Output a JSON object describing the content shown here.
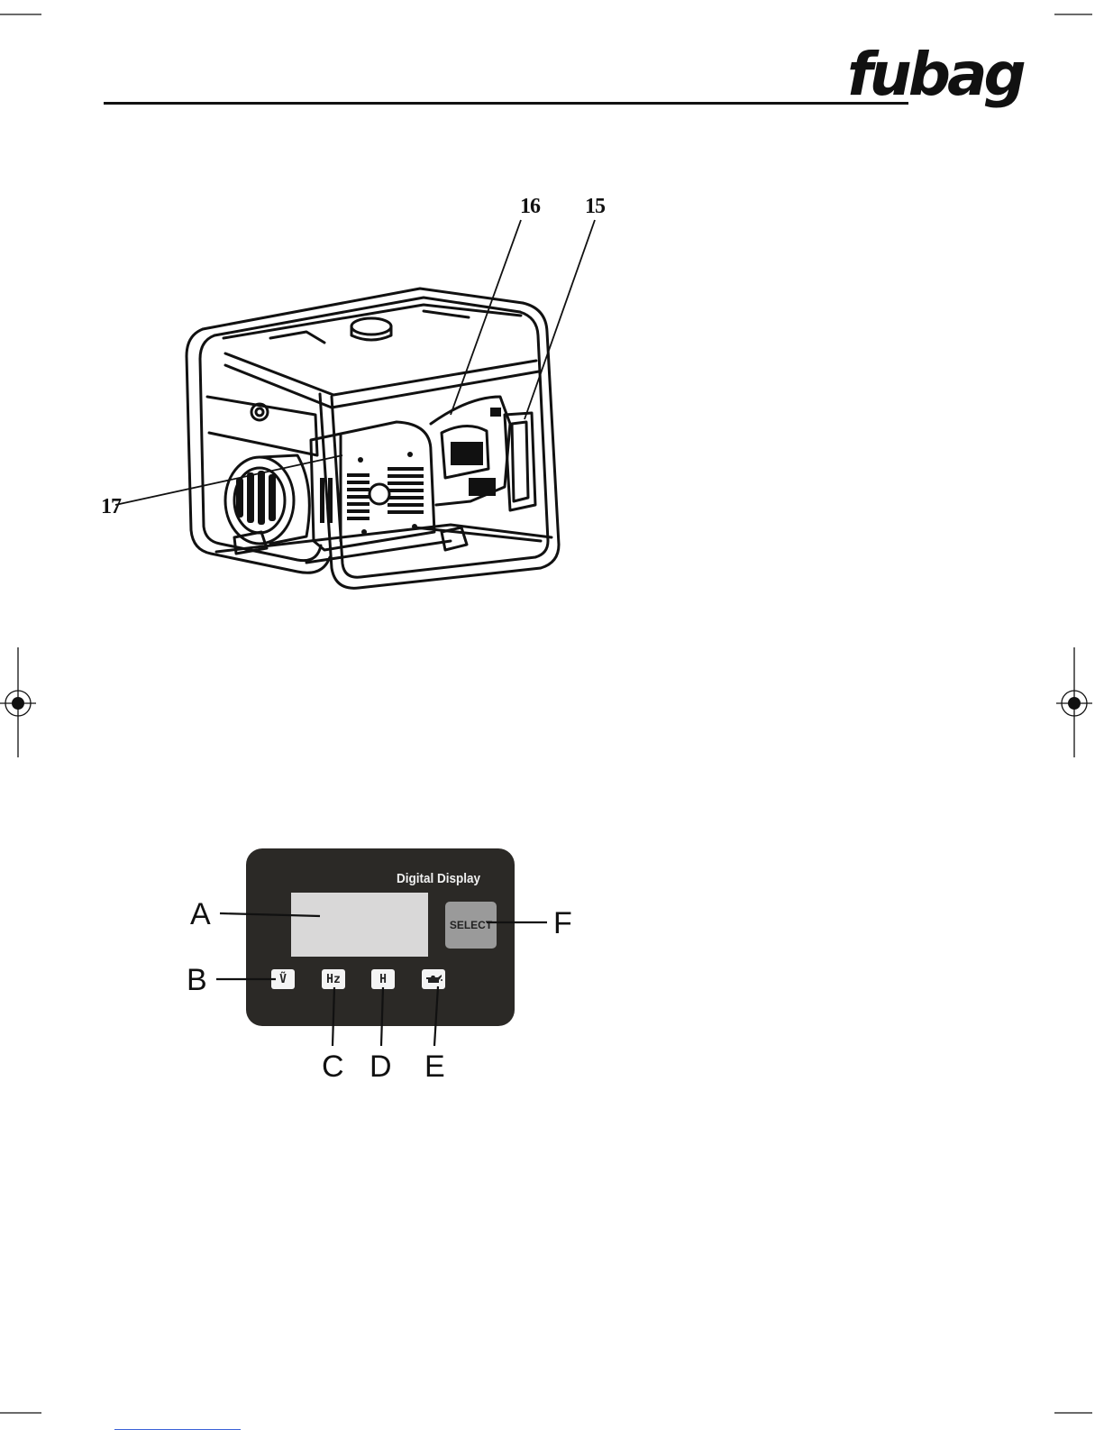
{
  "brand": {
    "logo_text": "fubag"
  },
  "figure_generator": {
    "callouts": [
      {
        "id": "callout-16",
        "label": "16"
      },
      {
        "id": "callout-15",
        "label": "15"
      },
      {
        "id": "callout-17",
        "label": "17"
      }
    ]
  },
  "figure_panel": {
    "title": "Digital Display",
    "select_label": "SELECT",
    "indicators": [
      {
        "id": "voltage",
        "symbol": "Ṽ",
        "icon": "voltage-icon"
      },
      {
        "id": "frequency",
        "symbol": "Hz",
        "icon": "frequency-icon"
      },
      {
        "id": "hours",
        "symbol": "H",
        "icon": "hour-meter-icon"
      },
      {
        "id": "oil",
        "symbol": "",
        "icon": "oil-can-icon"
      }
    ],
    "letters": {
      "a": "A",
      "b": "B",
      "c": "C",
      "d": "D",
      "e": "E",
      "f": "F"
    }
  },
  "colors": {
    "panel": "#2b2926",
    "lcd": "#d9d8d8",
    "select": "#9a9a9a"
  }
}
